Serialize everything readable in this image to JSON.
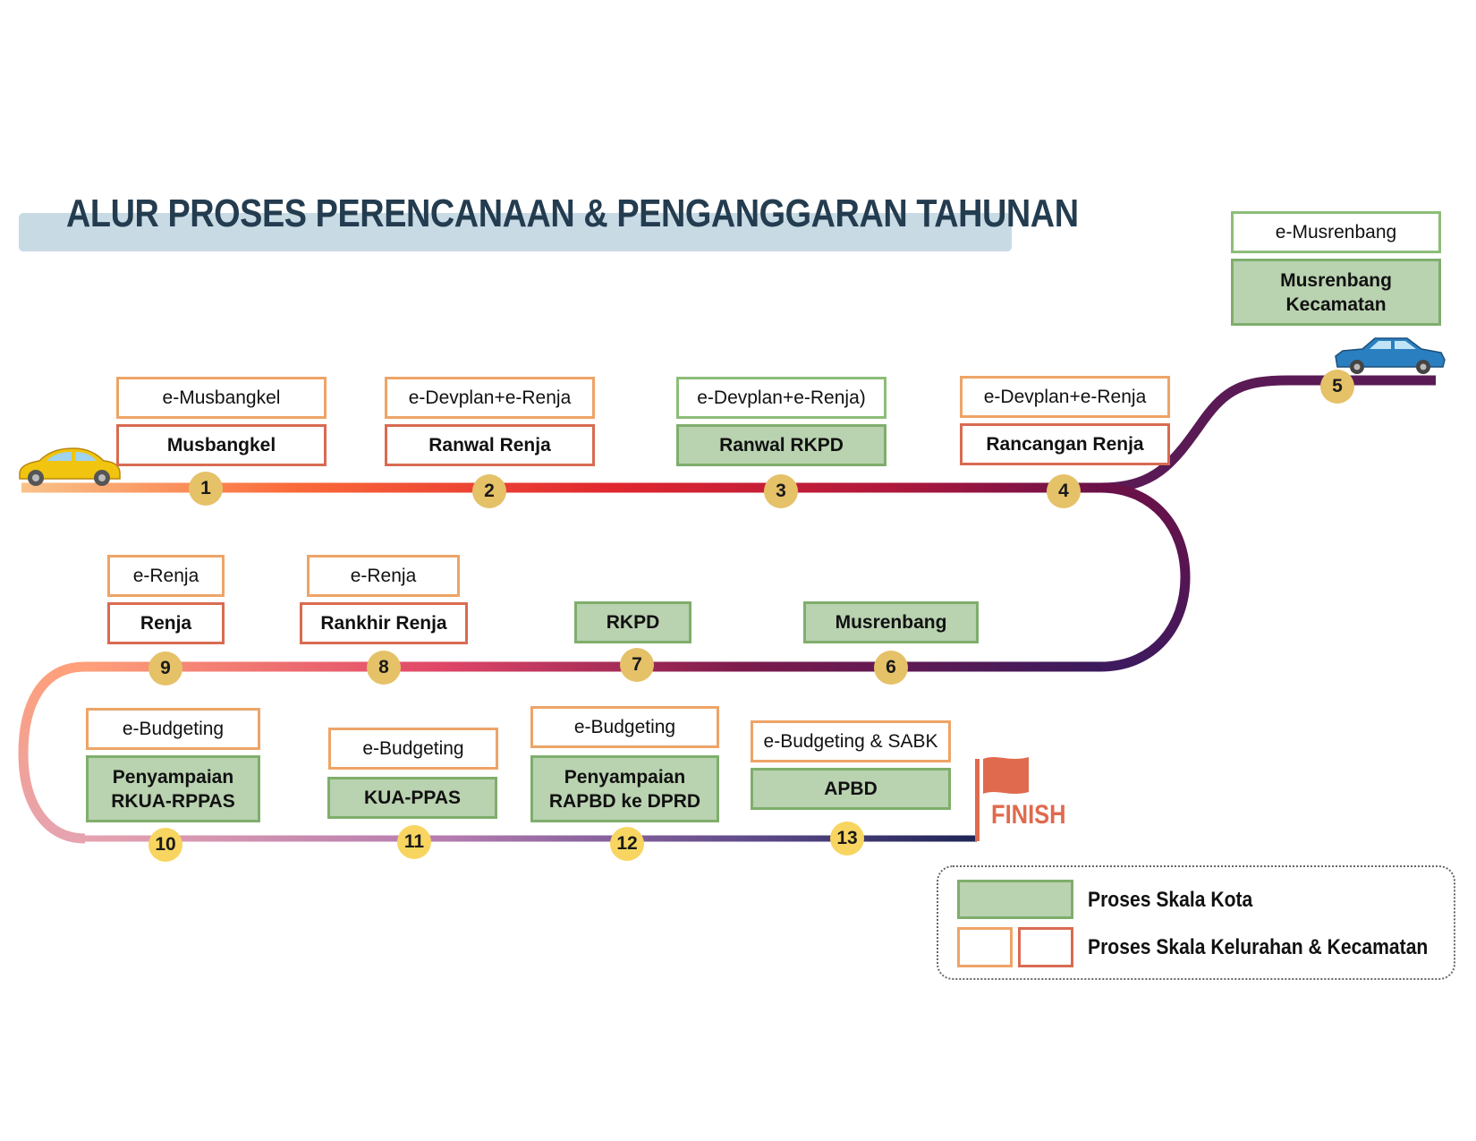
{
  "title": "ALUR PROSES PERENCANAAN & PENGANGGARAN TAHUNAN",
  "steps": [
    {
      "number": "1",
      "tool": "e-Musbangkel",
      "process": "Musbangkel"
    },
    {
      "number": "2",
      "tool": "e-Devplan+e-Renja",
      "process": "Ranwal Renja"
    },
    {
      "number": "3",
      "tool": "e-Devplan+e-Renja)",
      "process": "Ranwal RKPD"
    },
    {
      "number": "4",
      "tool": "e-Devplan+e-Renja",
      "process": "Rancangan Renja"
    },
    {
      "number": "5",
      "tool": "e-Musrenbang",
      "process_line1": "Musrenbang",
      "process_line2": "Kecamatan"
    },
    {
      "number": "6",
      "process": "Musrenbang"
    },
    {
      "number": "7",
      "process": "RKPD"
    },
    {
      "number": "8",
      "tool": "e-Renja",
      "process": "Rankhir Renja"
    },
    {
      "number": "9",
      "tool": "e-Renja",
      "process": "Renja"
    },
    {
      "number": "10",
      "tool": "e-Budgeting",
      "process_line1": "Penyampaian",
      "process_line2": "RKUA-RPPAS"
    },
    {
      "number": "11",
      "tool": "e-Budgeting",
      "process": "KUA-PPAS"
    },
    {
      "number": "12",
      "tool": "e-Budgeting",
      "process_line1": "Penyampaian",
      "process_line2": "RAPBD ke DPRD"
    },
    {
      "number": "13",
      "tool": "e-Budgeting & SABK",
      "process": "APBD"
    }
  ],
  "finish": "FINISH",
  "legend": {
    "city": "Proses Skala Kota",
    "kelurahan": "Proses Skala Kelurahan & Kecamatan"
  },
  "colors": {
    "city_fill": "#b9d2b0",
    "city_border": "#7fae6c",
    "tool_border": "#eea467",
    "process_border": "#d86b52",
    "badge": "#e5c168",
    "title": "#243c4f"
  }
}
